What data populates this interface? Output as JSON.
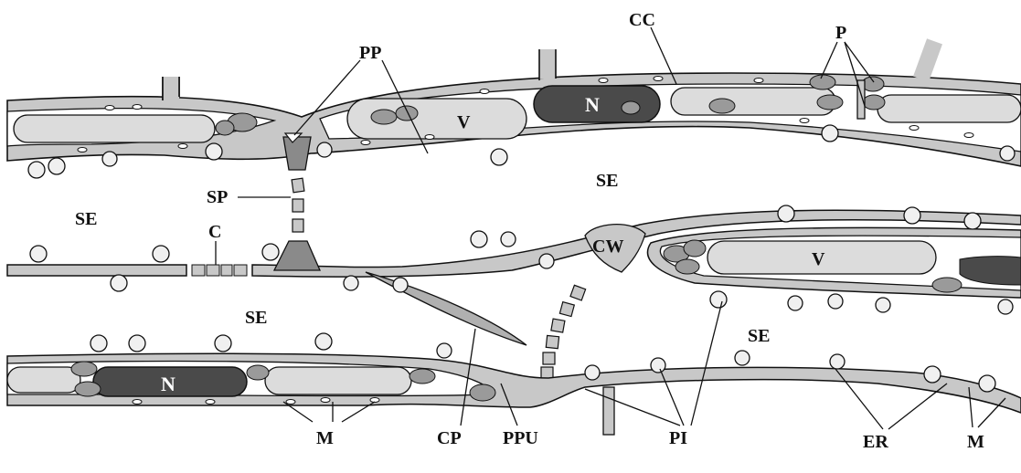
{
  "labels": {
    "pp": "PP",
    "cc": "CC",
    "p": "P",
    "se_left": "SE",
    "se_top": "SE",
    "se_mid": "SE",
    "se_right": "SE",
    "sp": "SP",
    "c": "C",
    "cw": "CW",
    "v_top": "V",
    "v_right": "V",
    "n_top": "N",
    "n_bottom": "N",
    "m_left": "M",
    "cp": "CP",
    "ppu": "PPU",
    "pi": "PI",
    "er": "ER",
    "m_right": "M"
  },
  "colors": {
    "cell_wall": "#c8c8c8",
    "vacuole": "#dcdcdc",
    "nucleus": "#4a4a4a",
    "outline": "#111111",
    "plastid": "#9a9a9a",
    "background": "#ffffff"
  }
}
